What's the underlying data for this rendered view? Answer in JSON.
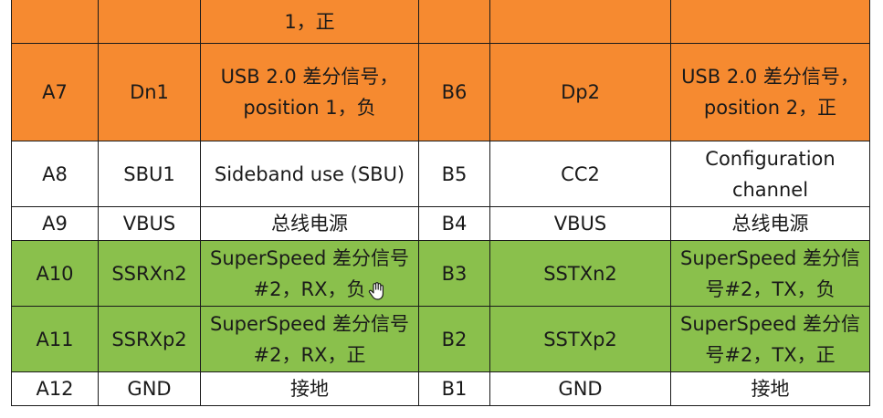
{
  "colors": {
    "orange": "#f68a30",
    "green": "#8ac04c",
    "white": "#ffffff",
    "border": "#1a1a1a"
  },
  "rows": [
    {
      "style": "orange",
      "cells": [
        "",
        "",
        "1，正",
        "",
        ""
      ]
    },
    {
      "style": "orange",
      "cells": [
        "A7",
        "Dn1",
        "USB 2.0 差分信号，position 1，负",
        "B6",
        "Dp2",
        "USB 2.0 差分信号，position 2，正"
      ]
    },
    {
      "style": "white",
      "cells": [
        "A8",
        "SBU1",
        "Sideband use (SBU)",
        "B5",
        "CC2",
        "Configuration channel"
      ]
    },
    {
      "style": "white",
      "cells": [
        "A9",
        "VBUS",
        "总线电源",
        "B4",
        "VBUS",
        "总线电源"
      ]
    },
    {
      "style": "green",
      "cells": [
        "A10",
        "SSRXn2",
        "SuperSpeed 差分信号#2，RX，负",
        "B3",
        "SSTXn2",
        "SuperSpeed 差分信号#2，TX，负"
      ]
    },
    {
      "style": "green",
      "cells": [
        "A11",
        "SSRXp2",
        "SuperSpeed 差分信号#2，RX，正",
        "B2",
        "SSTXp2",
        "SuperSpeed 差分信号#2，TX，正"
      ]
    },
    {
      "style": "white",
      "cells": [
        "A12",
        "GND",
        "接地",
        "B1",
        "GND",
        "接地"
      ]
    }
  ]
}
